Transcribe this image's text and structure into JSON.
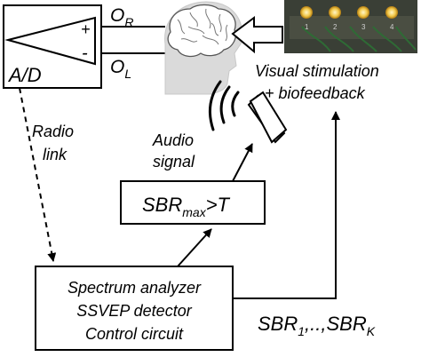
{
  "amplifier": {
    "label": "A/D",
    "plus": "+",
    "minus": "-"
  },
  "electrodes": {
    "right": {
      "main": "O",
      "sub": "R"
    },
    "left": {
      "main": "O",
      "sub": "L"
    }
  },
  "radio_link": [
    "Radio",
    "link"
  ],
  "audio_signal": [
    "Audio",
    "signal"
  ],
  "visual": {
    "line1": "Visual stimulation",
    "line2": "+ biofeedback",
    "led_numbers": [
      "1",
      "2",
      "3",
      "4"
    ]
  },
  "threshold_box": {
    "main": "SBR",
    "sub": "max",
    "tail": ">T"
  },
  "processor_box": [
    "Spectrum analyzer",
    "SSVEP detector",
    "Control circuit"
  ],
  "sbr_output": {
    "a": "SBR",
    "a_sub": "1",
    "mid": ",..,SBR",
    "b_sub": "K"
  },
  "colors": {
    "led": "#f5d66a",
    "board": "#3a3f36",
    "wire": "#2e6b35"
  }
}
